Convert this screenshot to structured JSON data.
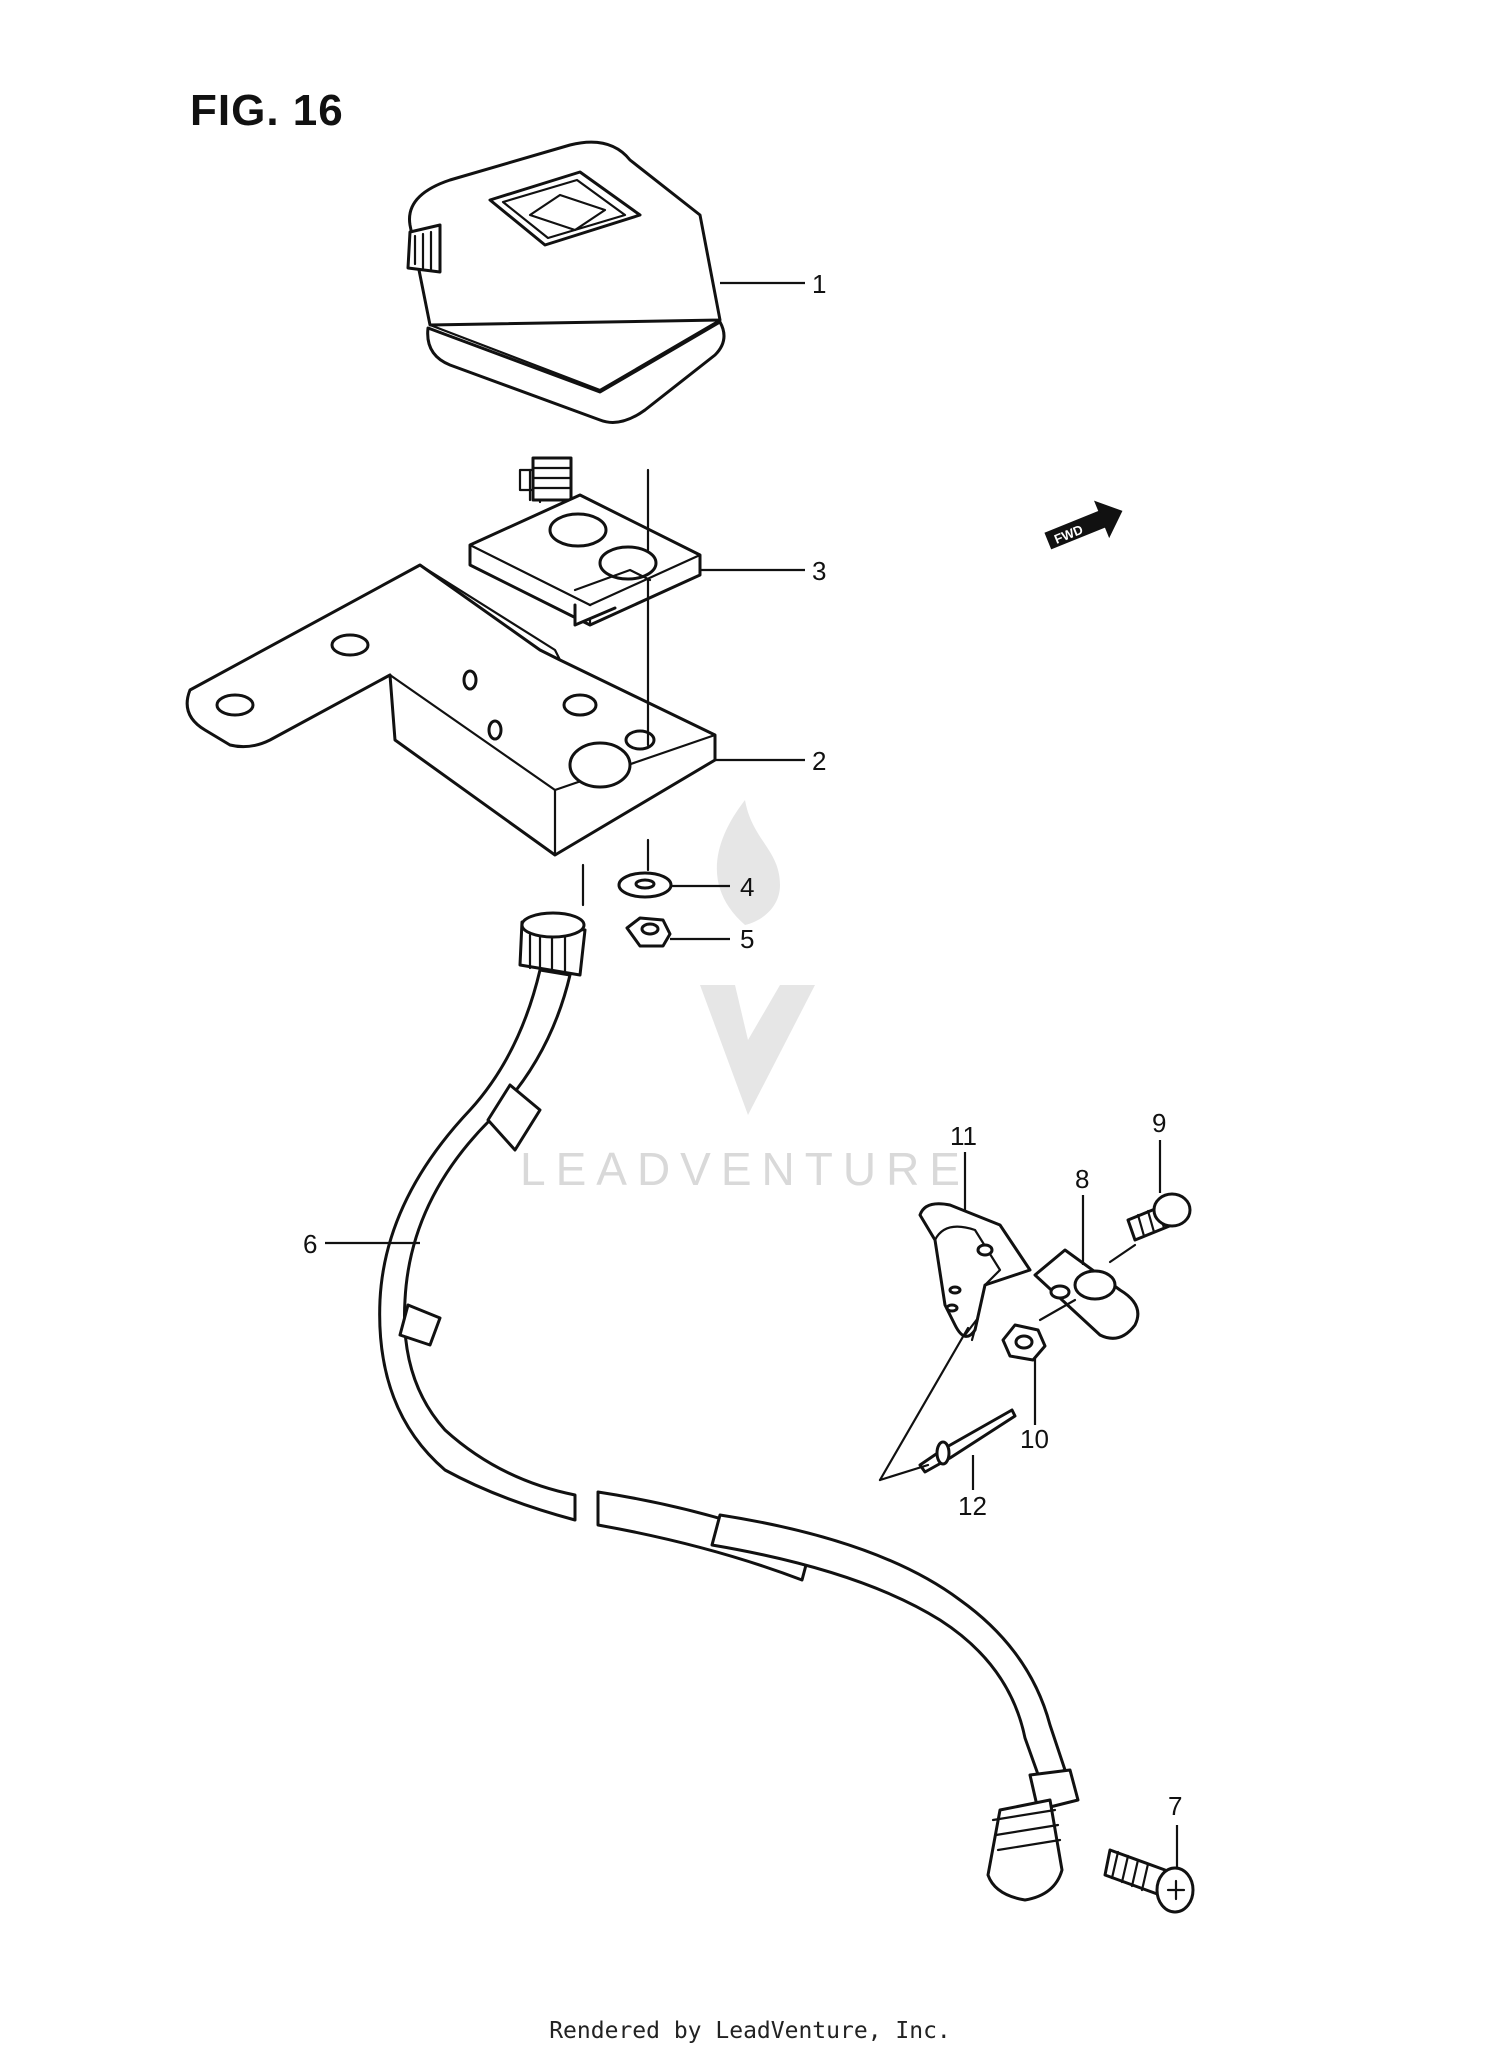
{
  "figure": {
    "title": "FIG. 16"
  },
  "callouts": [
    {
      "id": "1",
      "label": "1"
    },
    {
      "id": "2",
      "label": "2"
    },
    {
      "id": "3",
      "label": "3"
    },
    {
      "id": "4",
      "label": "4"
    },
    {
      "id": "5",
      "label": "5"
    },
    {
      "id": "6",
      "label": "6"
    },
    {
      "id": "7",
      "label": "7"
    },
    {
      "id": "8",
      "label": "8"
    },
    {
      "id": "9",
      "label": "9"
    },
    {
      "id": "10",
      "label": "10"
    },
    {
      "id": "11",
      "label": "11"
    },
    {
      "id": "12",
      "label": "12"
    }
  ],
  "direction_marker": "FWD",
  "watermark": {
    "brand": "LEADVENTURE"
  },
  "footer": {
    "credit": "Rendered by LeadVenture, Inc."
  }
}
